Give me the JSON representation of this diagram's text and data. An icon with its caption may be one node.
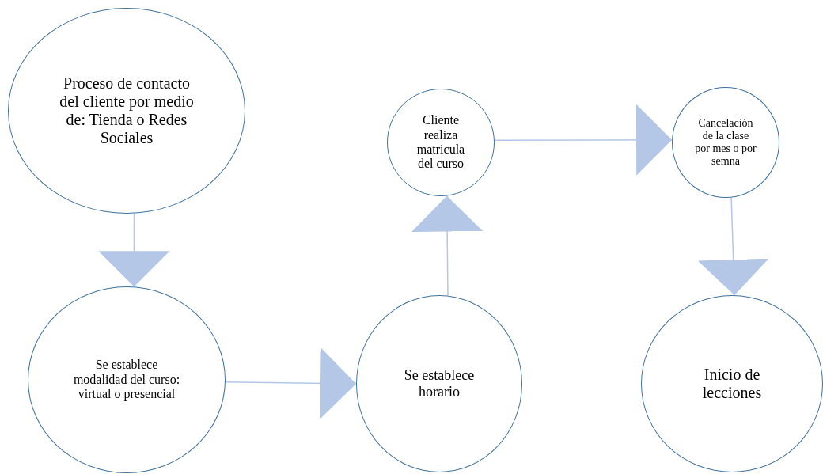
{
  "diagram": {
    "nodes": [
      {
        "text": [
          "Proceso de contacto del cliente por medio de: Tienda o Redes Sociales"
        ]
      },
      {
        "text": [
          "Se establece modalidad del curso: virtual o presencial"
        ]
      },
      {
        "text": [
          "Se establece horario"
        ]
      },
      {
        "text": [
          "Cliente realiza matricula del curso"
        ]
      },
      {
        "text": [
          "Cancelación de la clase por mes o por semna"
        ]
      },
      {
        "text": [
          "Inicio de lecciones"
        ]
      }
    ],
    "edges": [
      {
        "from": 0,
        "to": 1,
        "arrow": "to"
      },
      {
        "from": 1,
        "to": 2,
        "arrow": "to"
      },
      {
        "from": 2,
        "to": 3,
        "arrow": "to"
      },
      {
        "from": 3,
        "to": 4,
        "arrow": "to"
      },
      {
        "from": 4,
        "to": 5,
        "arrow": "to"
      }
    ]
  }
}
